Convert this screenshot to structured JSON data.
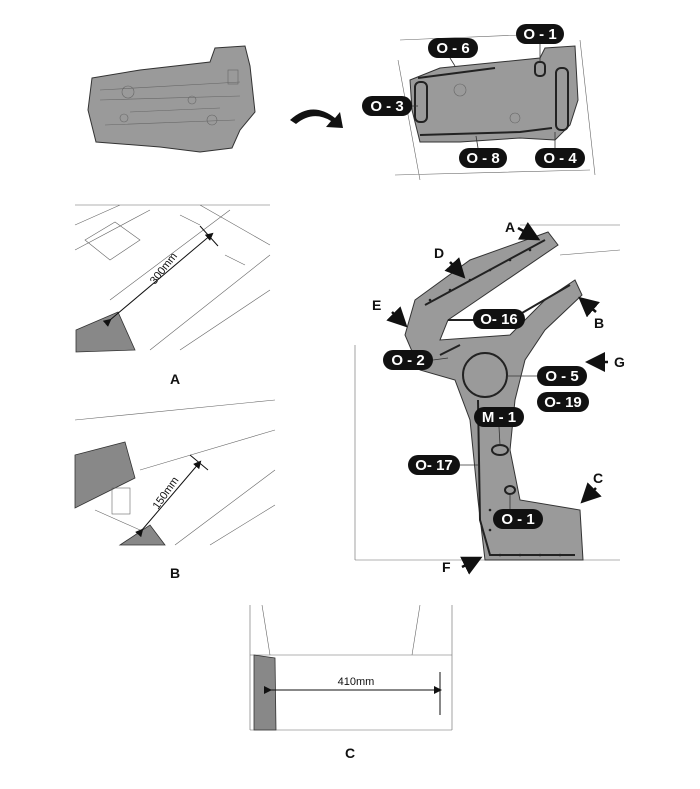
{
  "top": {
    "labels": [
      "O - 6",
      "O - 1",
      "O - 3",
      "O - 8",
      "O - 4"
    ]
  },
  "detail_a": {
    "dimension": "300mm",
    "caption": "A"
  },
  "detail_b": {
    "dimension": "150mm",
    "caption": "B"
  },
  "detail_c": {
    "dimension": "410mm",
    "caption": "C"
  },
  "pillar": {
    "arrows": [
      "A",
      "D",
      "E",
      "B",
      "G",
      "C",
      "F"
    ],
    "labels": [
      "O- 16",
      "O - 2",
      "O - 5",
      "O- 19",
      "M - 1",
      "O- 17",
      "O - 1"
    ]
  }
}
